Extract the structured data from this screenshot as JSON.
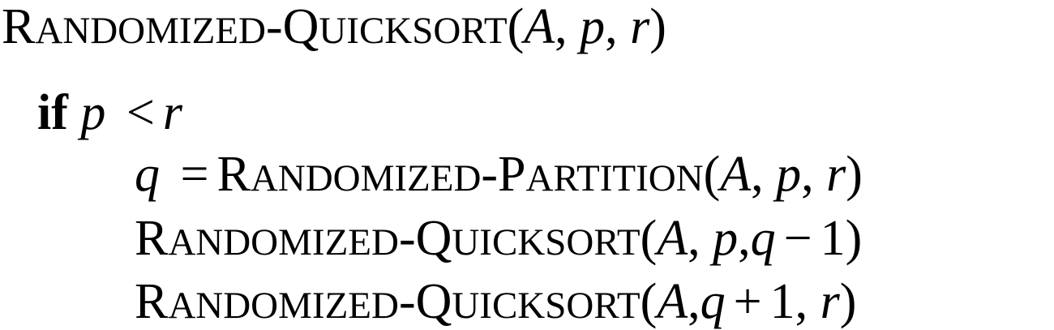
{
  "signature": {
    "proc_head_parts": [
      {
        "text": "R",
        "size": "big"
      },
      {
        "text": "ANDOMIZED",
        "size": "small"
      },
      {
        "text": "-Q",
        "size": "big"
      },
      {
        "text": "UICKSORT",
        "size": "small"
      }
    ],
    "open_paren": "(",
    "args": [
      "A",
      "p",
      "r"
    ],
    "close_paren": ")"
  },
  "cond": {
    "keyword": "if",
    "lhs": "p",
    "op": "<",
    "rhs": "r"
  },
  "assign": {
    "lhs": "q",
    "op": "=",
    "proc_parts": [
      {
        "text": "R",
        "size": "big"
      },
      {
        "text": "ANDOMIZED",
        "size": "small"
      },
      {
        "text": "-P",
        "size": "big"
      },
      {
        "text": "ARTITION",
        "size": "small"
      }
    ],
    "args": [
      "A",
      "p",
      "r"
    ]
  },
  "call1": {
    "proc_parts": [
      {
        "text": "R",
        "size": "big"
      },
      {
        "text": "ANDOMIZED",
        "size": "small"
      },
      {
        "text": "-Q",
        "size": "big"
      },
      {
        "text": "UICKSORT",
        "size": "small"
      }
    ],
    "arg_a": "A",
    "arg_p": "p",
    "arg_q": "q",
    "minus": "−",
    "one": "1"
  },
  "call2": {
    "proc_parts": [
      {
        "text": "R",
        "size": "big"
      },
      {
        "text": "ANDOMIZED",
        "size": "small"
      },
      {
        "text": "-Q",
        "size": "big"
      },
      {
        "text": "UICKSORT",
        "size": "small"
      }
    ],
    "arg_a": "A",
    "arg_q": "q",
    "plus": "+",
    "one": "1",
    "arg_r": "r"
  },
  "punct": {
    "comma": ",",
    "open": "(",
    "close": ")"
  }
}
